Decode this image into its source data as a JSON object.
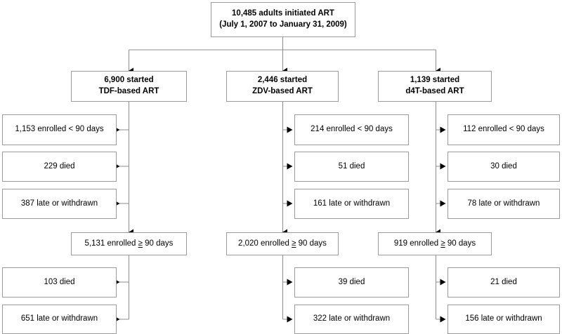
{
  "diagram": {
    "title_node": {
      "line1": "10,485 adults initiated ART",
      "line2": "(July 1, 2007 to January 31, 2009)"
    },
    "arms": [
      {
        "id": "tdf",
        "header_line1": "6,900 started",
        "header_line2": "TDF-based ART",
        "exclusions_pre": [
          "1,153 enrolled < 90 days",
          "229 died",
          "387 late or withdrawn"
        ],
        "enrolled_node_prefix": "5,131 enrolled ",
        "enrolled_node_ge": "≥",
        "enrolled_node_suffix": " 90 days",
        "exclusions_post": [
          "103 died",
          "651 late or withdrawn"
        ]
      },
      {
        "id": "zdv",
        "header_line1": "2,446 started",
        "header_line2": "ZDV-based ART",
        "exclusions_pre": [
          "214 enrolled < 90 days",
          "51 died",
          "161 late or withdrawn"
        ],
        "enrolled_node_prefix": "2,020 enrolled ",
        "enrolled_node_ge": "≥",
        "enrolled_node_suffix": " 90 days",
        "exclusions_post": [
          "39 died",
          "322 late or withdrawn"
        ]
      },
      {
        "id": "d4t",
        "header_line1": "1,139 started",
        "header_line2": "d4T-based ART",
        "exclusions_pre": [
          "112 enrolled < 90 days",
          "30 died",
          "78 late or withdrawn"
        ],
        "enrolled_node_prefix": "919 enrolled ",
        "enrolled_node_ge": "≥",
        "enrolled_node_suffix": " 90 days",
        "exclusions_post": [
          "21 died",
          "156 late or withdrawn"
        ]
      }
    ],
    "colors": {
      "box_border": "#9b9b9b",
      "connector": "#8d8d8d",
      "arrow": "#000000",
      "background": "#ffffff",
      "text": "#000000"
    }
  }
}
